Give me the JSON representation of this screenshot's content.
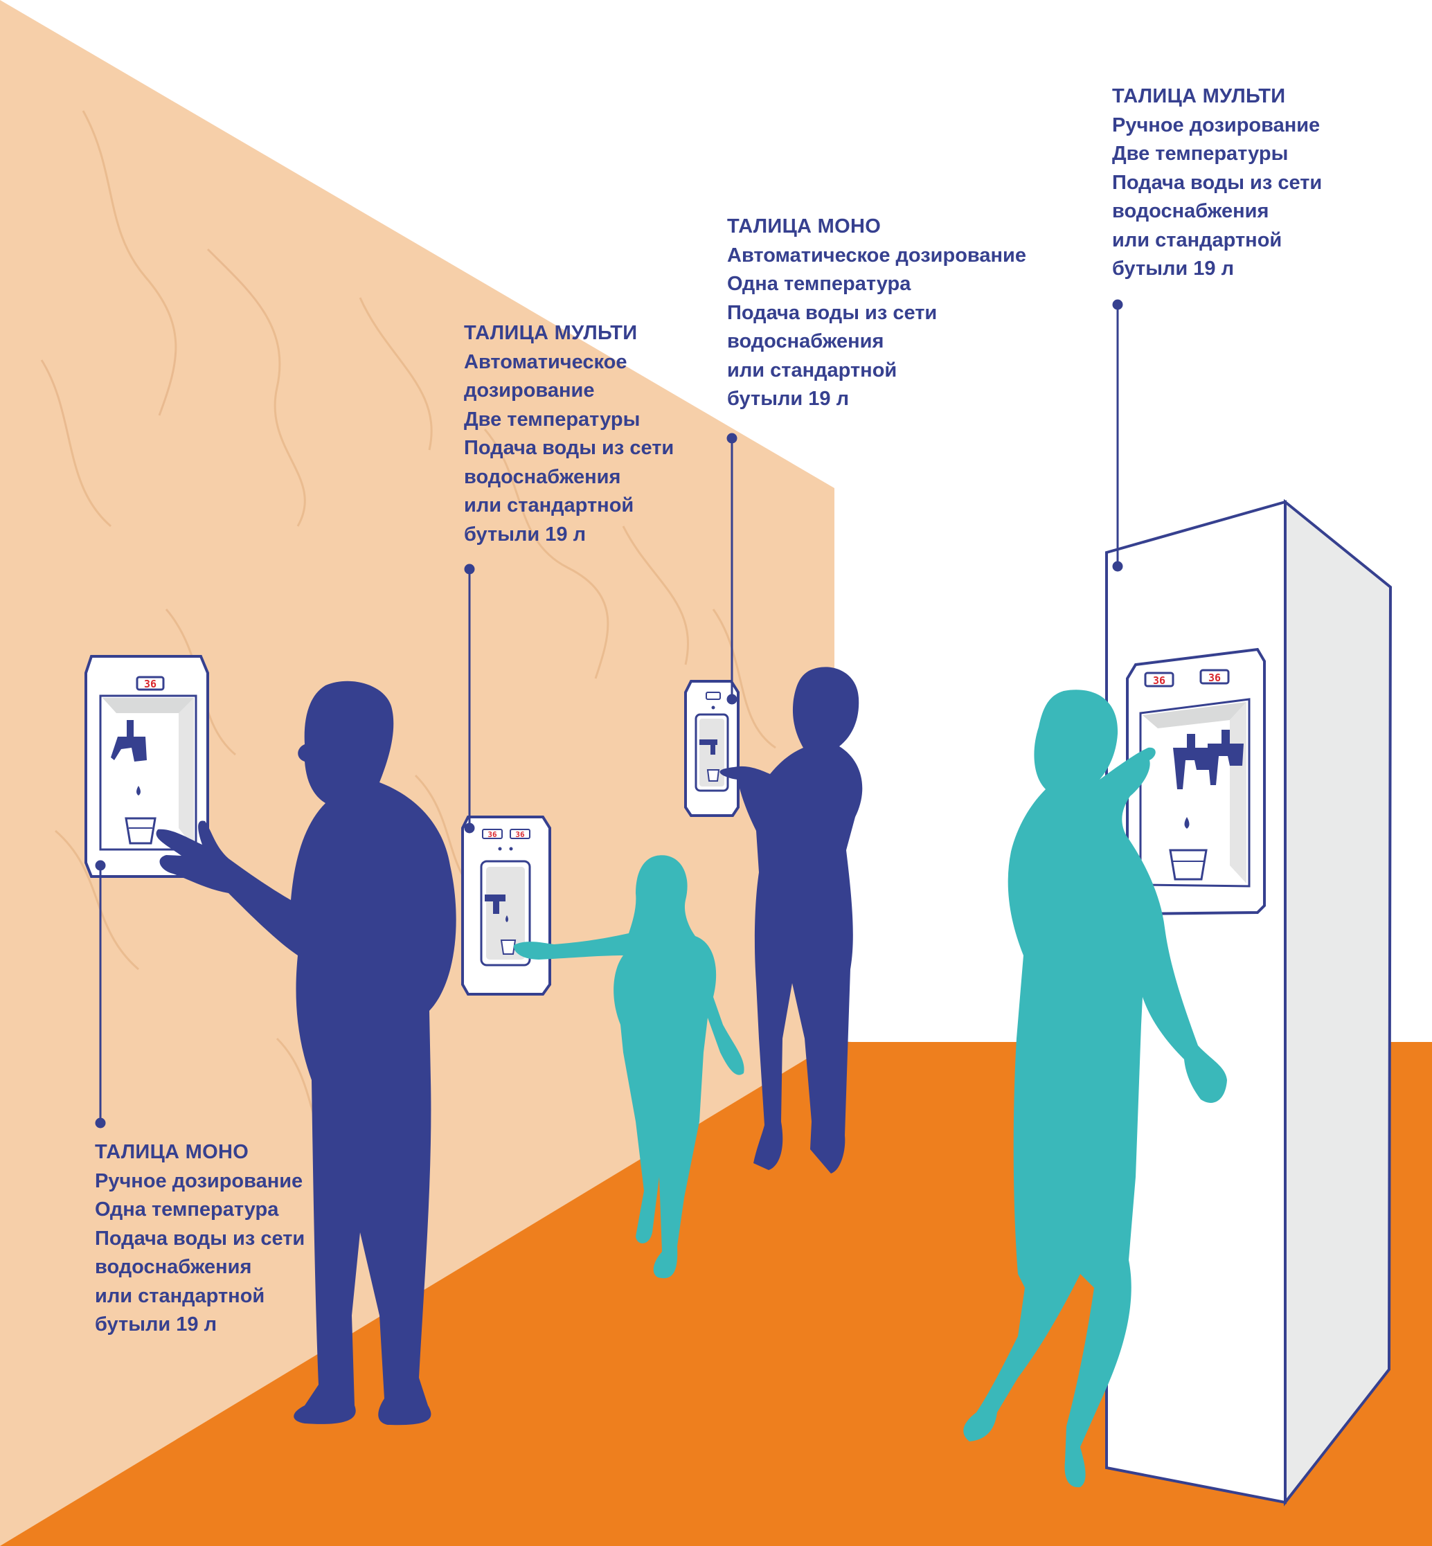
{
  "colors": {
    "wall": "#f6cfa9",
    "floor": "#ee7f1e",
    "navy": "#36408f",
    "teal": "#3ab8ba",
    "unit_panel": "#ffffff",
    "display_red": "#d9272e"
  },
  "callouts": [
    {
      "id": "mono-manual",
      "title": "ТАЛИЦА МОНО",
      "lines": [
        "Ручное дозирование",
        "Одна температура",
        "Подача воды из сети",
        "водоснабжения",
        "или стандартной",
        "бутыли 19 л"
      ]
    },
    {
      "id": "multi-auto",
      "title": "ТАЛИЦА МУЛЬТИ",
      "lines": [
        "Автоматическое",
        "дозирование",
        "Две температуры",
        "Подача воды из сети",
        "водоснабжения",
        "или стандартной",
        "бутыли 19 л"
      ]
    },
    {
      "id": "mono-auto",
      "title": "ТАЛИЦА МОНО",
      "lines": [
        "Автоматическое дозирование",
        "Одна температура",
        "Подача воды из сети",
        "водоснабжения",
        "или стандартной",
        "бутыли 19 л"
      ]
    },
    {
      "id": "multi-manual",
      "title": "ТАЛИЦА МУЛЬТИ",
      "lines": [
        "Ручное дозирование",
        "Две температуры",
        "Подача воды из сети",
        "водоснабжения",
        "или стандартной",
        "бутыли 19 л"
      ]
    }
  ],
  "displays": {
    "reading": "36"
  }
}
